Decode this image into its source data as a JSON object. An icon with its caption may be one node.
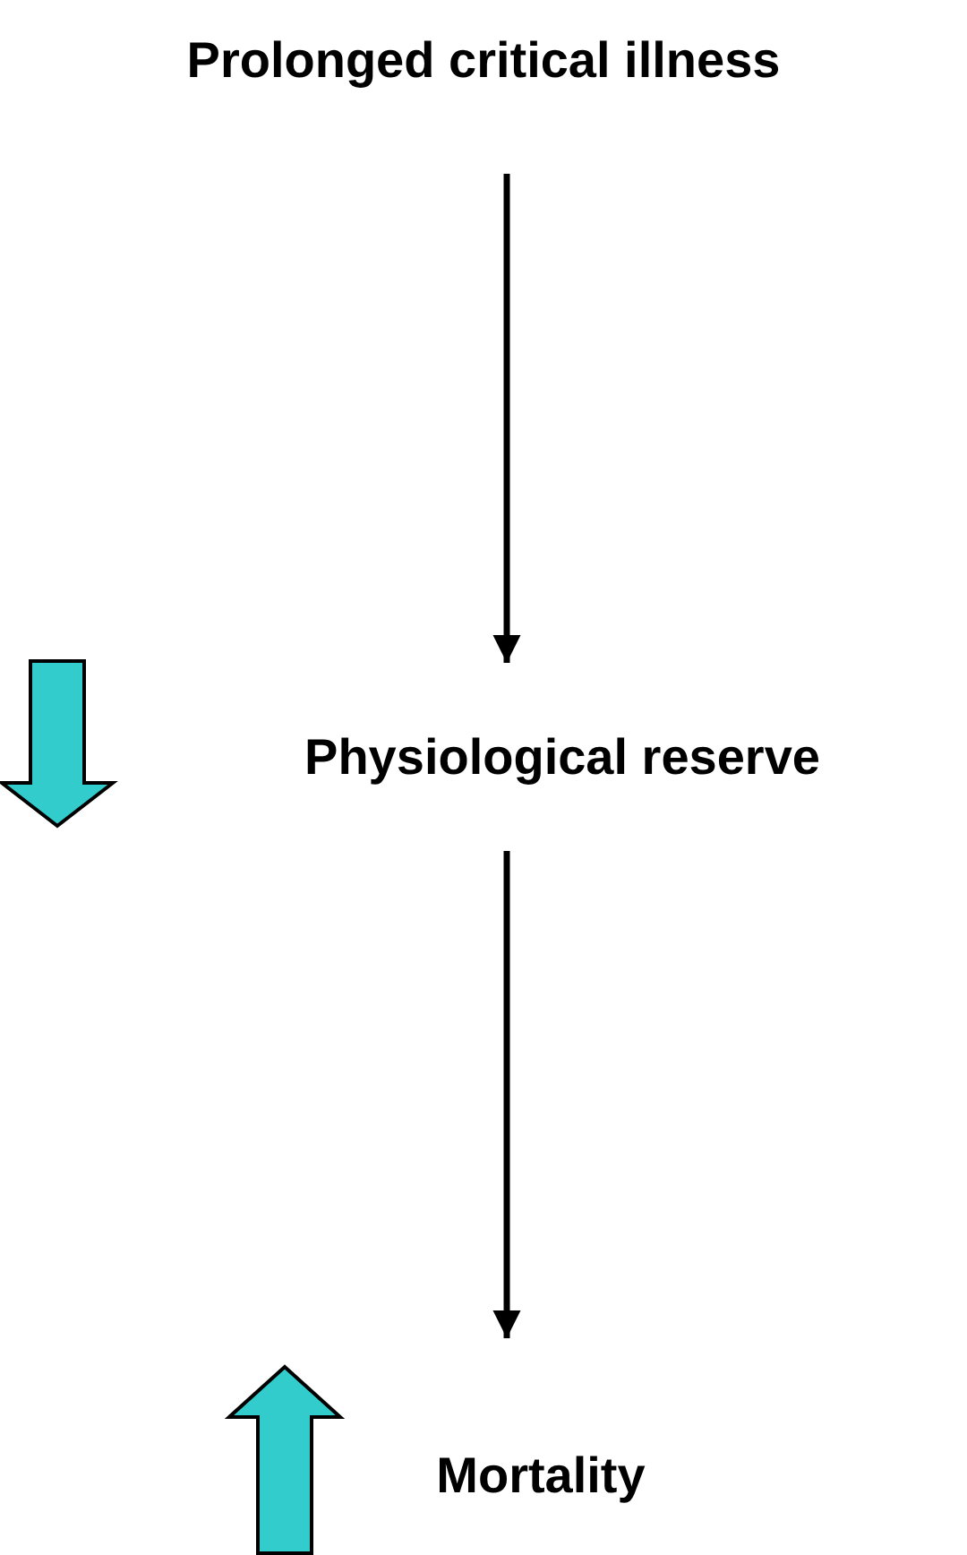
{
  "diagram": {
    "nodes": [
      {
        "text": [
          "Prolonged critical illness"
        ]
      },
      {
        "text": [
          "Physiological reserve"
        ]
      },
      {
        "text": [
          "Mortality"
        ]
      }
    ],
    "edges": [
      {
        "from": 0,
        "to": 1,
        "arrow": "to"
      },
      {
        "from": 1,
        "to": 2,
        "arrow": "to"
      }
    ]
  }
}
